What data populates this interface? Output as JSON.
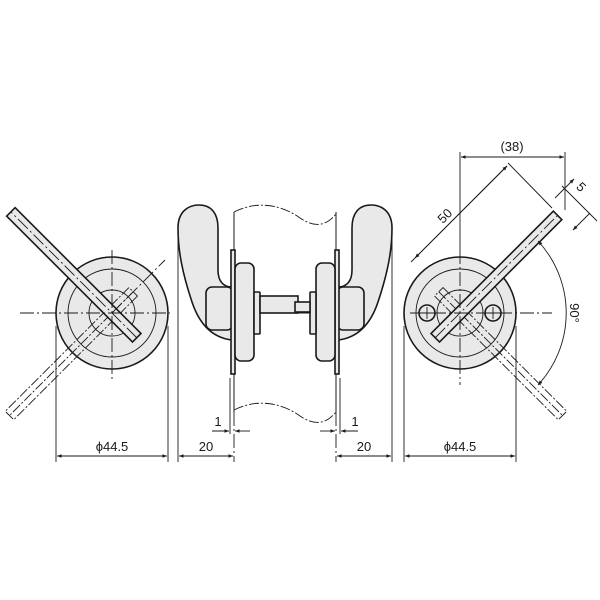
{
  "drawing": {
    "left_view": {
      "diameter_label": "ϕ44.5"
    },
    "side_view": {
      "left_offset_label": "20",
      "right_offset_label": "20",
      "left_plate_label": "1",
      "right_plate_label": "1"
    },
    "right_view": {
      "width_label": "(38)",
      "length_label": "50",
      "thickness_label": "5",
      "angle_label": "90°",
      "diameter_label": "ϕ44.5"
    },
    "colors": {
      "fill": "#e9e9e9",
      "line": "#1a1a1a"
    }
  }
}
